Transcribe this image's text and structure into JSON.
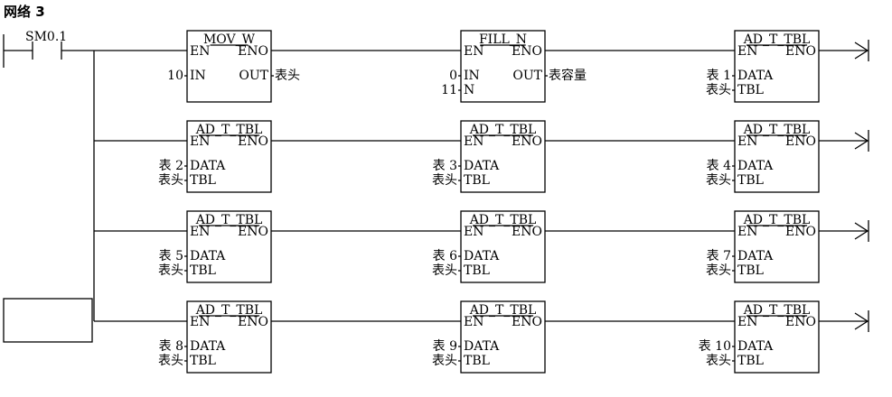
{
  "network": {
    "title": "网络 3"
  },
  "contact": {
    "label": "SM0.1"
  },
  "rungs": [
    {
      "blocks": [
        {
          "title": "MOV_W",
          "in_left": [
            {
              "operand": "10",
              "pin": "IN"
            }
          ],
          "out_right": [
            {
              "pin": "OUT",
              "operand": "表头"
            }
          ]
        },
        {
          "title": "FILL_N",
          "in_left": [
            {
              "operand": "0",
              "pin": "IN"
            },
            {
              "operand": "11",
              "pin": "N"
            }
          ],
          "out_right": [
            {
              "pin": "OUT",
              "operand": "表容量"
            }
          ]
        },
        {
          "title": "AD_T_TBL",
          "in_left": [
            {
              "operand": "表 1",
              "pin": "DATA"
            },
            {
              "operand": "表头",
              "pin": "TBL"
            }
          ],
          "out_right": []
        }
      ]
    },
    {
      "blocks": [
        {
          "title": "AD_T_TBL",
          "in_left": [
            {
              "operand": "表 2",
              "pin": "DATA"
            },
            {
              "operand": "表头",
              "pin": "TBL"
            }
          ],
          "out_right": []
        },
        {
          "title": "AD_T_TBL",
          "in_left": [
            {
              "operand": "表 3",
              "pin": "DATA"
            },
            {
              "operand": "表头",
              "pin": "TBL"
            }
          ],
          "out_right": []
        },
        {
          "title": "AD_T_TBL",
          "in_left": [
            {
              "operand": "表 4",
              "pin": "DATA"
            },
            {
              "operand": "表头",
              "pin": "TBL"
            }
          ],
          "out_right": []
        }
      ]
    },
    {
      "blocks": [
        {
          "title": "AD_T_TBL",
          "in_left": [
            {
              "operand": "表 5",
              "pin": "DATA"
            },
            {
              "operand": "表头",
              "pin": "TBL"
            }
          ],
          "out_right": []
        },
        {
          "title": "AD_T_TBL",
          "in_left": [
            {
              "operand": "表 6",
              "pin": "DATA"
            },
            {
              "operand": "表头",
              "pin": "TBL"
            }
          ],
          "out_right": []
        },
        {
          "title": "AD_T_TBL",
          "in_left": [
            {
              "operand": "表 7",
              "pin": "DATA"
            },
            {
              "operand": "表头",
              "pin": "TBL"
            }
          ],
          "out_right": []
        }
      ]
    },
    {
      "blocks": [
        {
          "title": "AD_T_TBL",
          "in_left": [
            {
              "operand": "表 8",
              "pin": "DATA"
            },
            {
              "operand": "表头",
              "pin": "TBL"
            }
          ],
          "out_right": []
        },
        {
          "title": "AD_T_TBL",
          "in_left": [
            {
              "operand": "表 9",
              "pin": "DATA"
            },
            {
              "operand": "表头",
              "pin": "TBL"
            }
          ],
          "out_right": []
        },
        {
          "title": "AD_T_TBL",
          "in_left": [
            {
              "operand": "表 10",
              "pin": "DATA"
            },
            {
              "operand": "表头",
              "pin": "TBL"
            }
          ],
          "out_right": []
        }
      ]
    }
  ],
  "pins": {
    "en": "EN",
    "eno": "ENO"
  }
}
